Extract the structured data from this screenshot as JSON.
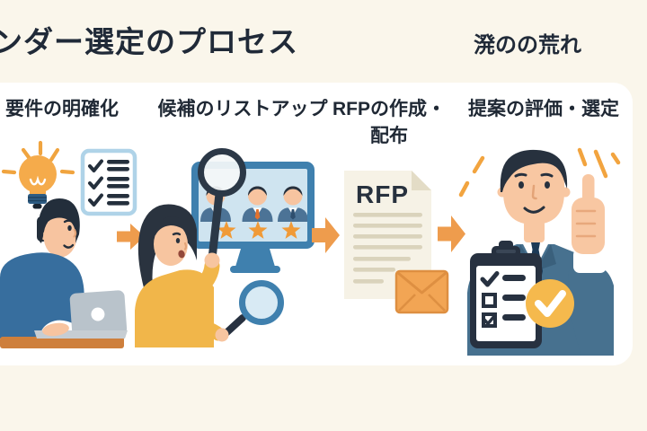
{
  "page": {
    "title": "ンダー選定のプロセス",
    "subtitle": "溌のの荒れ",
    "background_color": "#FAF6EB",
    "panel_color": "#FFFFFF",
    "title_color": "#202A38",
    "arrow_color": "#EE9C4D",
    "highlight_yellow": "#F5B94D"
  },
  "steps": [
    {
      "label": "要件の明確化",
      "icons": [
        "lightbulb-icon",
        "checklist-icon",
        "person-at-laptop",
        "desk"
      ]
    },
    {
      "label": "候補のリストアップ",
      "icons": [
        "magnifier-large-icon",
        "magnifier-small-icon",
        "monitor-with-candidates",
        "rating-stars",
        "person-searching"
      ]
    },
    {
      "label": "RFPの作成・配布",
      "label_line1": "RFPの作成・",
      "label_line2": "配布",
      "document_text": "RFP",
      "icons": [
        "rfp-document-icon",
        "envelope-icon"
      ]
    },
    {
      "label": "提案の評価・選定",
      "icons": [
        "businessman-thumbs-up",
        "sparkle-lines",
        "clipboard-checklist-icon",
        "check-badge-icon"
      ]
    }
  ],
  "arrows": {
    "count": 3,
    "color": "#EE9C4D"
  }
}
